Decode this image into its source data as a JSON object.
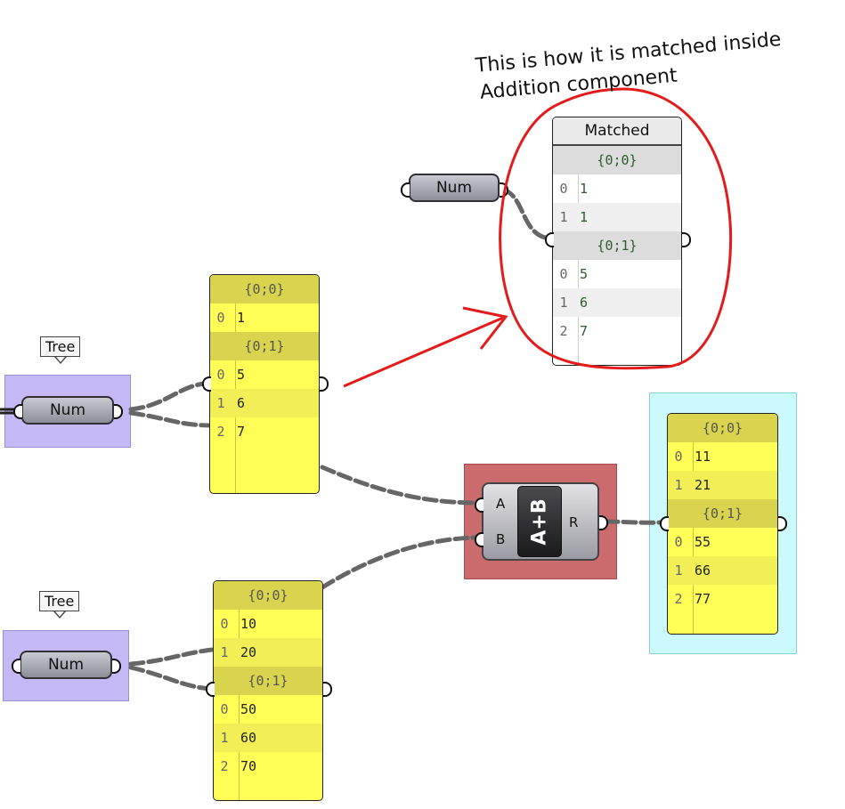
{
  "annotation": {
    "line1": "This is how it is matched inside",
    "line2": "Addition component"
  },
  "tree_tags": [
    "Tree",
    "Tree"
  ],
  "num_params": [
    "Num",
    "Num",
    "Num"
  ],
  "panel_a": {
    "branches": [
      {
        "path": "{0;0}",
        "items": [
          {
            "i": "0",
            "v": "1"
          }
        ]
      },
      {
        "path": "{0;1}",
        "items": [
          {
            "i": "0",
            "v": "5"
          },
          {
            "i": "1",
            "v": "6"
          },
          {
            "i": "2",
            "v": "7"
          }
        ]
      }
    ]
  },
  "panel_b": {
    "branches": [
      {
        "path": "{0;0}",
        "items": [
          {
            "i": "0",
            "v": "10"
          },
          {
            "i": "1",
            "v": "20"
          }
        ]
      },
      {
        "path": "{0;1}",
        "items": [
          {
            "i": "0",
            "v": "50"
          },
          {
            "i": "1",
            "v": "60"
          },
          {
            "i": "2",
            "v": "70"
          }
        ]
      }
    ]
  },
  "panel_matched": {
    "title": "Matched",
    "branches": [
      {
        "path": "{0;0}",
        "items": [
          {
            "i": "0",
            "v": "1"
          },
          {
            "i": "1",
            "v": "1"
          }
        ]
      },
      {
        "path": "{0;1}",
        "items": [
          {
            "i": "0",
            "v": "5"
          },
          {
            "i": "1",
            "v": "6"
          },
          {
            "i": "2",
            "v": "7"
          }
        ]
      }
    ]
  },
  "panel_result": {
    "branches": [
      {
        "path": "{0;0}",
        "items": [
          {
            "i": "0",
            "v": "11"
          },
          {
            "i": "1",
            "v": "21"
          }
        ]
      },
      {
        "path": "{0;1}",
        "items": [
          {
            "i": "0",
            "v": "55"
          },
          {
            "i": "1",
            "v": "66"
          },
          {
            "i": "2",
            "v": "77"
          }
        ]
      }
    ]
  },
  "addition": {
    "icon_text": "A+B",
    "input_a": "A",
    "input_b": "B",
    "output_r": "R"
  },
  "colors": {
    "annotation_red": "#e31b1b",
    "panel_yellow": "#ffff57",
    "group_purple": "#c5b9f5",
    "group_cyan": "#ccf9fb",
    "group_red": "#cc6b6e"
  }
}
